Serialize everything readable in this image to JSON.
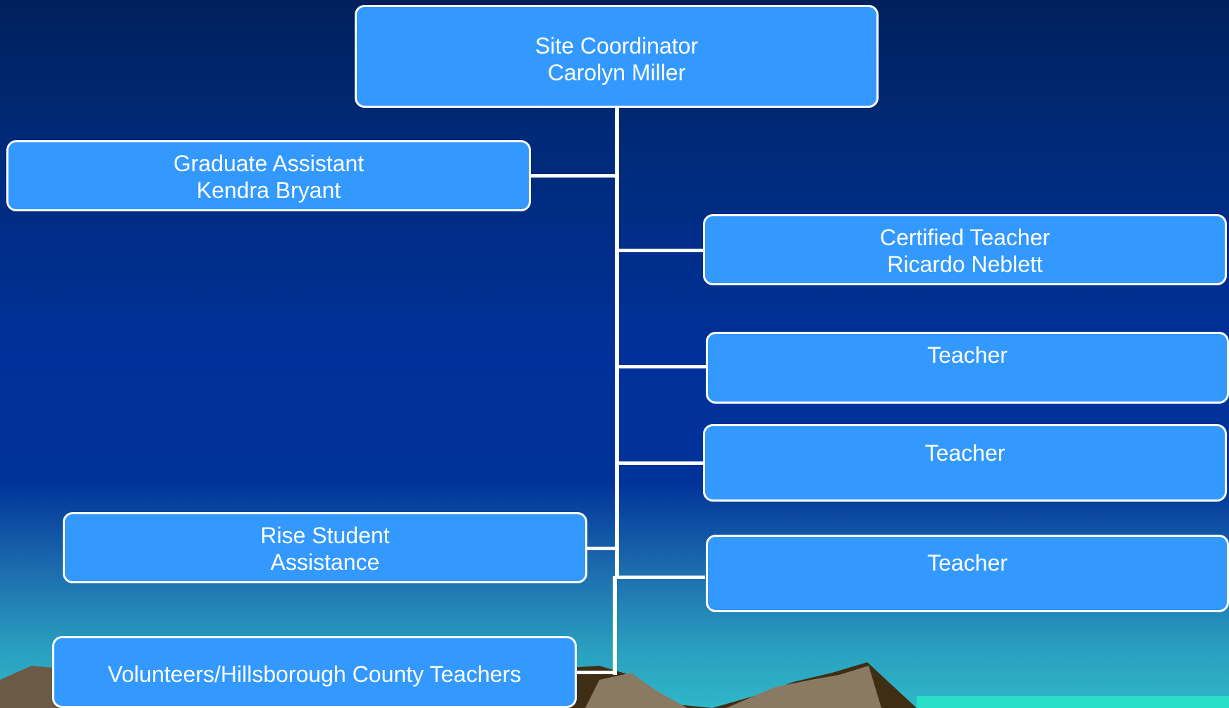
{
  "org_chart": {
    "top": {
      "title": "Site Coordinator",
      "name": "Carolyn Miller"
    },
    "left_nodes": [
      {
        "title": "Graduate Assistant",
        "name": "Kendra Bryant"
      },
      {
        "title": "Rise Student",
        "name": "Assistance"
      },
      {
        "title": "Volunteers/Hillsborough County Teachers",
        "name": ""
      }
    ],
    "right_nodes": [
      {
        "title": "Certified Teacher",
        "name": "Ricardo Neblett"
      },
      {
        "title": "Teacher",
        "name": ""
      },
      {
        "title": "Teacher",
        "name": ""
      },
      {
        "title": "Teacher",
        "name": ""
      }
    ]
  },
  "colors": {
    "box_fill": "#3399ff",
    "box_border": "#ffffff",
    "connector": "#ffffff",
    "text": "#ffffff"
  }
}
